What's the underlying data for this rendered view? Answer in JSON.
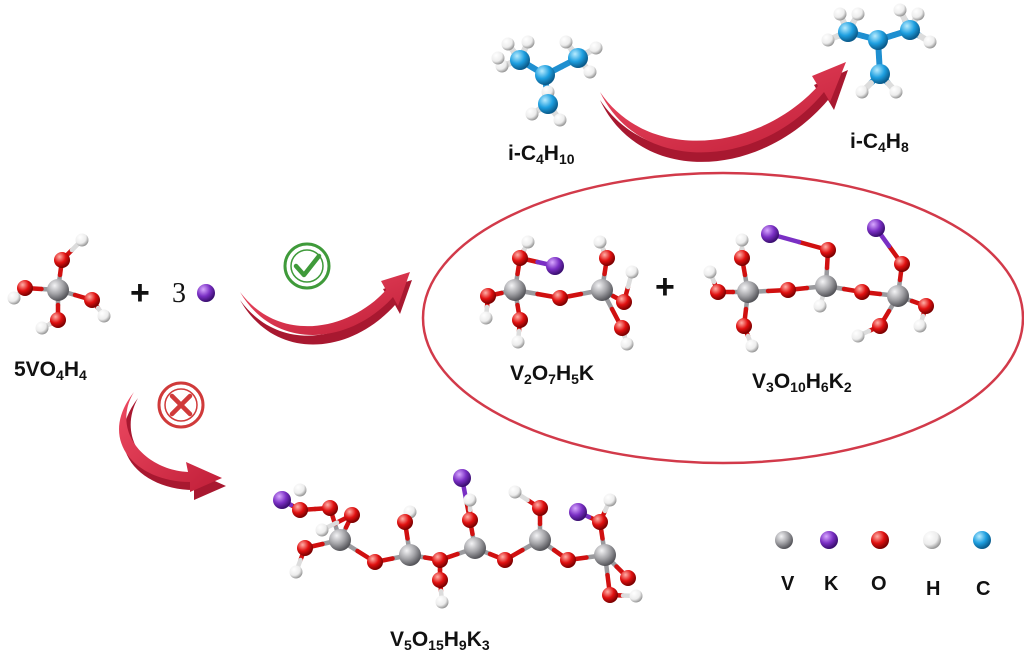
{
  "formulas": {
    "isobutane": {
      "prefix": "i-C",
      "s1": "4",
      "mid": "H",
      "s2": "10"
    },
    "isobutene": {
      "prefix": "i-C",
      "s1": "4",
      "mid": "H",
      "s2": "8"
    },
    "reactant": {
      "prefix": "5VO",
      "s1": "4",
      "mid": "H",
      "s2": "4"
    },
    "product1": {
      "a": "V",
      "a_s": "2",
      "b": "O",
      "b_s": "7",
      "c": "H",
      "c_s": "5",
      "d": "K"
    },
    "product2": {
      "a": "V",
      "a_s": "3",
      "b": "O",
      "b_s": "10",
      "c": "H",
      "c_s": "6",
      "d": "K",
      "d_s": "2"
    },
    "rejected": {
      "a": "V",
      "a_s": "5",
      "b": "O",
      "b_s": "15",
      "c": "H",
      "c_s": "9",
      "d": "K",
      "d_s": "3"
    }
  },
  "operators": {
    "plus_left": "+",
    "coefficient": "3",
    "plus_right": "+"
  },
  "legend": [
    {
      "label": "V",
      "color": "#a3a3a7"
    },
    {
      "label": "K",
      "color": "#7a2fc4"
    },
    {
      "label": "O",
      "color": "#e01010"
    },
    {
      "label": "H",
      "color": "#f2f2f2"
    },
    {
      "label": "C",
      "color": "#1e9fe0"
    }
  ],
  "colors": {
    "arrow": "#d92d48",
    "ellipse": "#d23a4a",
    "check": "#3f9a3a",
    "cross": "#d03a3a"
  },
  "icons": [
    "check-icon",
    "cross-icon"
  ]
}
